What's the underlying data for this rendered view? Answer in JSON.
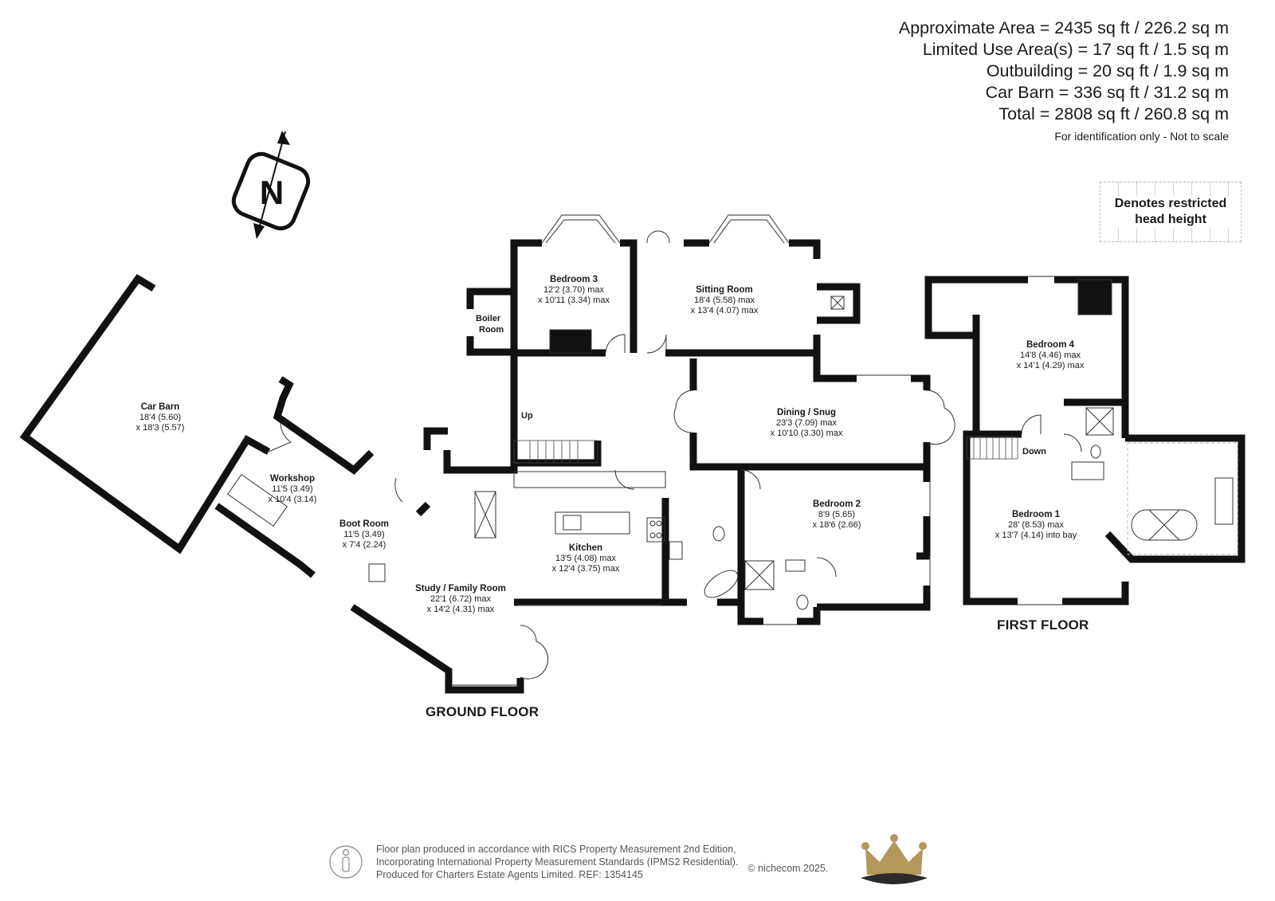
{
  "area_summary": [
    "Approximate Area = 2435 sq ft / 226.2 sq m",
    "Limited Use Area(s) = 17 sq ft / 1.5 sq m",
    "Outbuilding = 20 sq ft / 1.9 sq m",
    "Car Barn = 336 sq ft / 31.2 sq m",
    "Total = 2808 sq ft / 260.8 sq m"
  ],
  "disclaimer": "For identification only - Not to scale",
  "legend": {
    "line1": "Denotes restricted",
    "line2": "head height"
  },
  "compass": {
    "letter": "N"
  },
  "rooms": {
    "car_barn": {
      "name": "Car Barn",
      "dim1": "18'4 (5.60)",
      "dim2": "x 18'3 (5.57)"
    },
    "workshop": {
      "name": "Workshop",
      "dim1": "11'5 (3.49)",
      "dim2": "x 10'4 (3.14)"
    },
    "boot_room": {
      "name": "Boot Room",
      "dim1": "11'5 (3.49)",
      "dim2": "x 7'4 (2.24)"
    },
    "study": {
      "name": "Study / Family Room",
      "dim1": "22'1 (6.72) max",
      "dim2": "x 14'2 (4.31)  max"
    },
    "kitchen": {
      "name": "Kitchen",
      "dim1": "13'5 (4.08) max",
      "dim2": "x 12'4 (3.75)  max"
    },
    "bedroom3": {
      "name": "Bedroom 3",
      "dim1": "12'2 (3.70) max",
      "dim2": "x 10'11 (3.34)  max"
    },
    "sitting": {
      "name": "Sitting Room",
      "dim1": "18'4 (5.58) max",
      "dim2": "x 13'4 (4.07)  max"
    },
    "dining": {
      "name": "Dining / Snug",
      "dim1": "23'3 (7.09) max",
      "dim2": "x 10'10 (3.30) max"
    },
    "bedroom2": {
      "name": "Bedroom 2",
      "dim1": "8'9 (5.65)",
      "dim2": "x 18'6 (2.66)"
    },
    "bedroom4": {
      "name": "Bedroom 4",
      "dim1": "14'8 (4.46) max",
      "dim2": "x 14'1 (4.29) max"
    },
    "bedroom1": {
      "name": "Bedroom 1",
      "dim1": "28' (8.53) max",
      "dim2": "x 13'7 (4.14) into bay"
    }
  },
  "labels": {
    "boiler_1": "Boiler",
    "boiler_2": "Room",
    "up": "Up",
    "down": "Down"
  },
  "floors": {
    "ground": "GROUND FLOOR",
    "first": "FIRST FLOOR"
  },
  "footer": {
    "line1": "Floor plan produced in accordance with RICS Property Measurement 2nd Edition,",
    "line2": "Incorporating International Property Measurement Standards (IPMS2 Residential).",
    "line3": "Produced for Charters Estate Agents Limited.   REF: 1354145",
    "copyright": "© nichecom 2025."
  },
  "colors": {
    "wall": "#111111",
    "crown_gold": "#b4975a",
    "crown_dark": "#2b2b2b"
  },
  "icons": [
    "compass-north-icon",
    "person-icon",
    "crown-logo-icon"
  ]
}
